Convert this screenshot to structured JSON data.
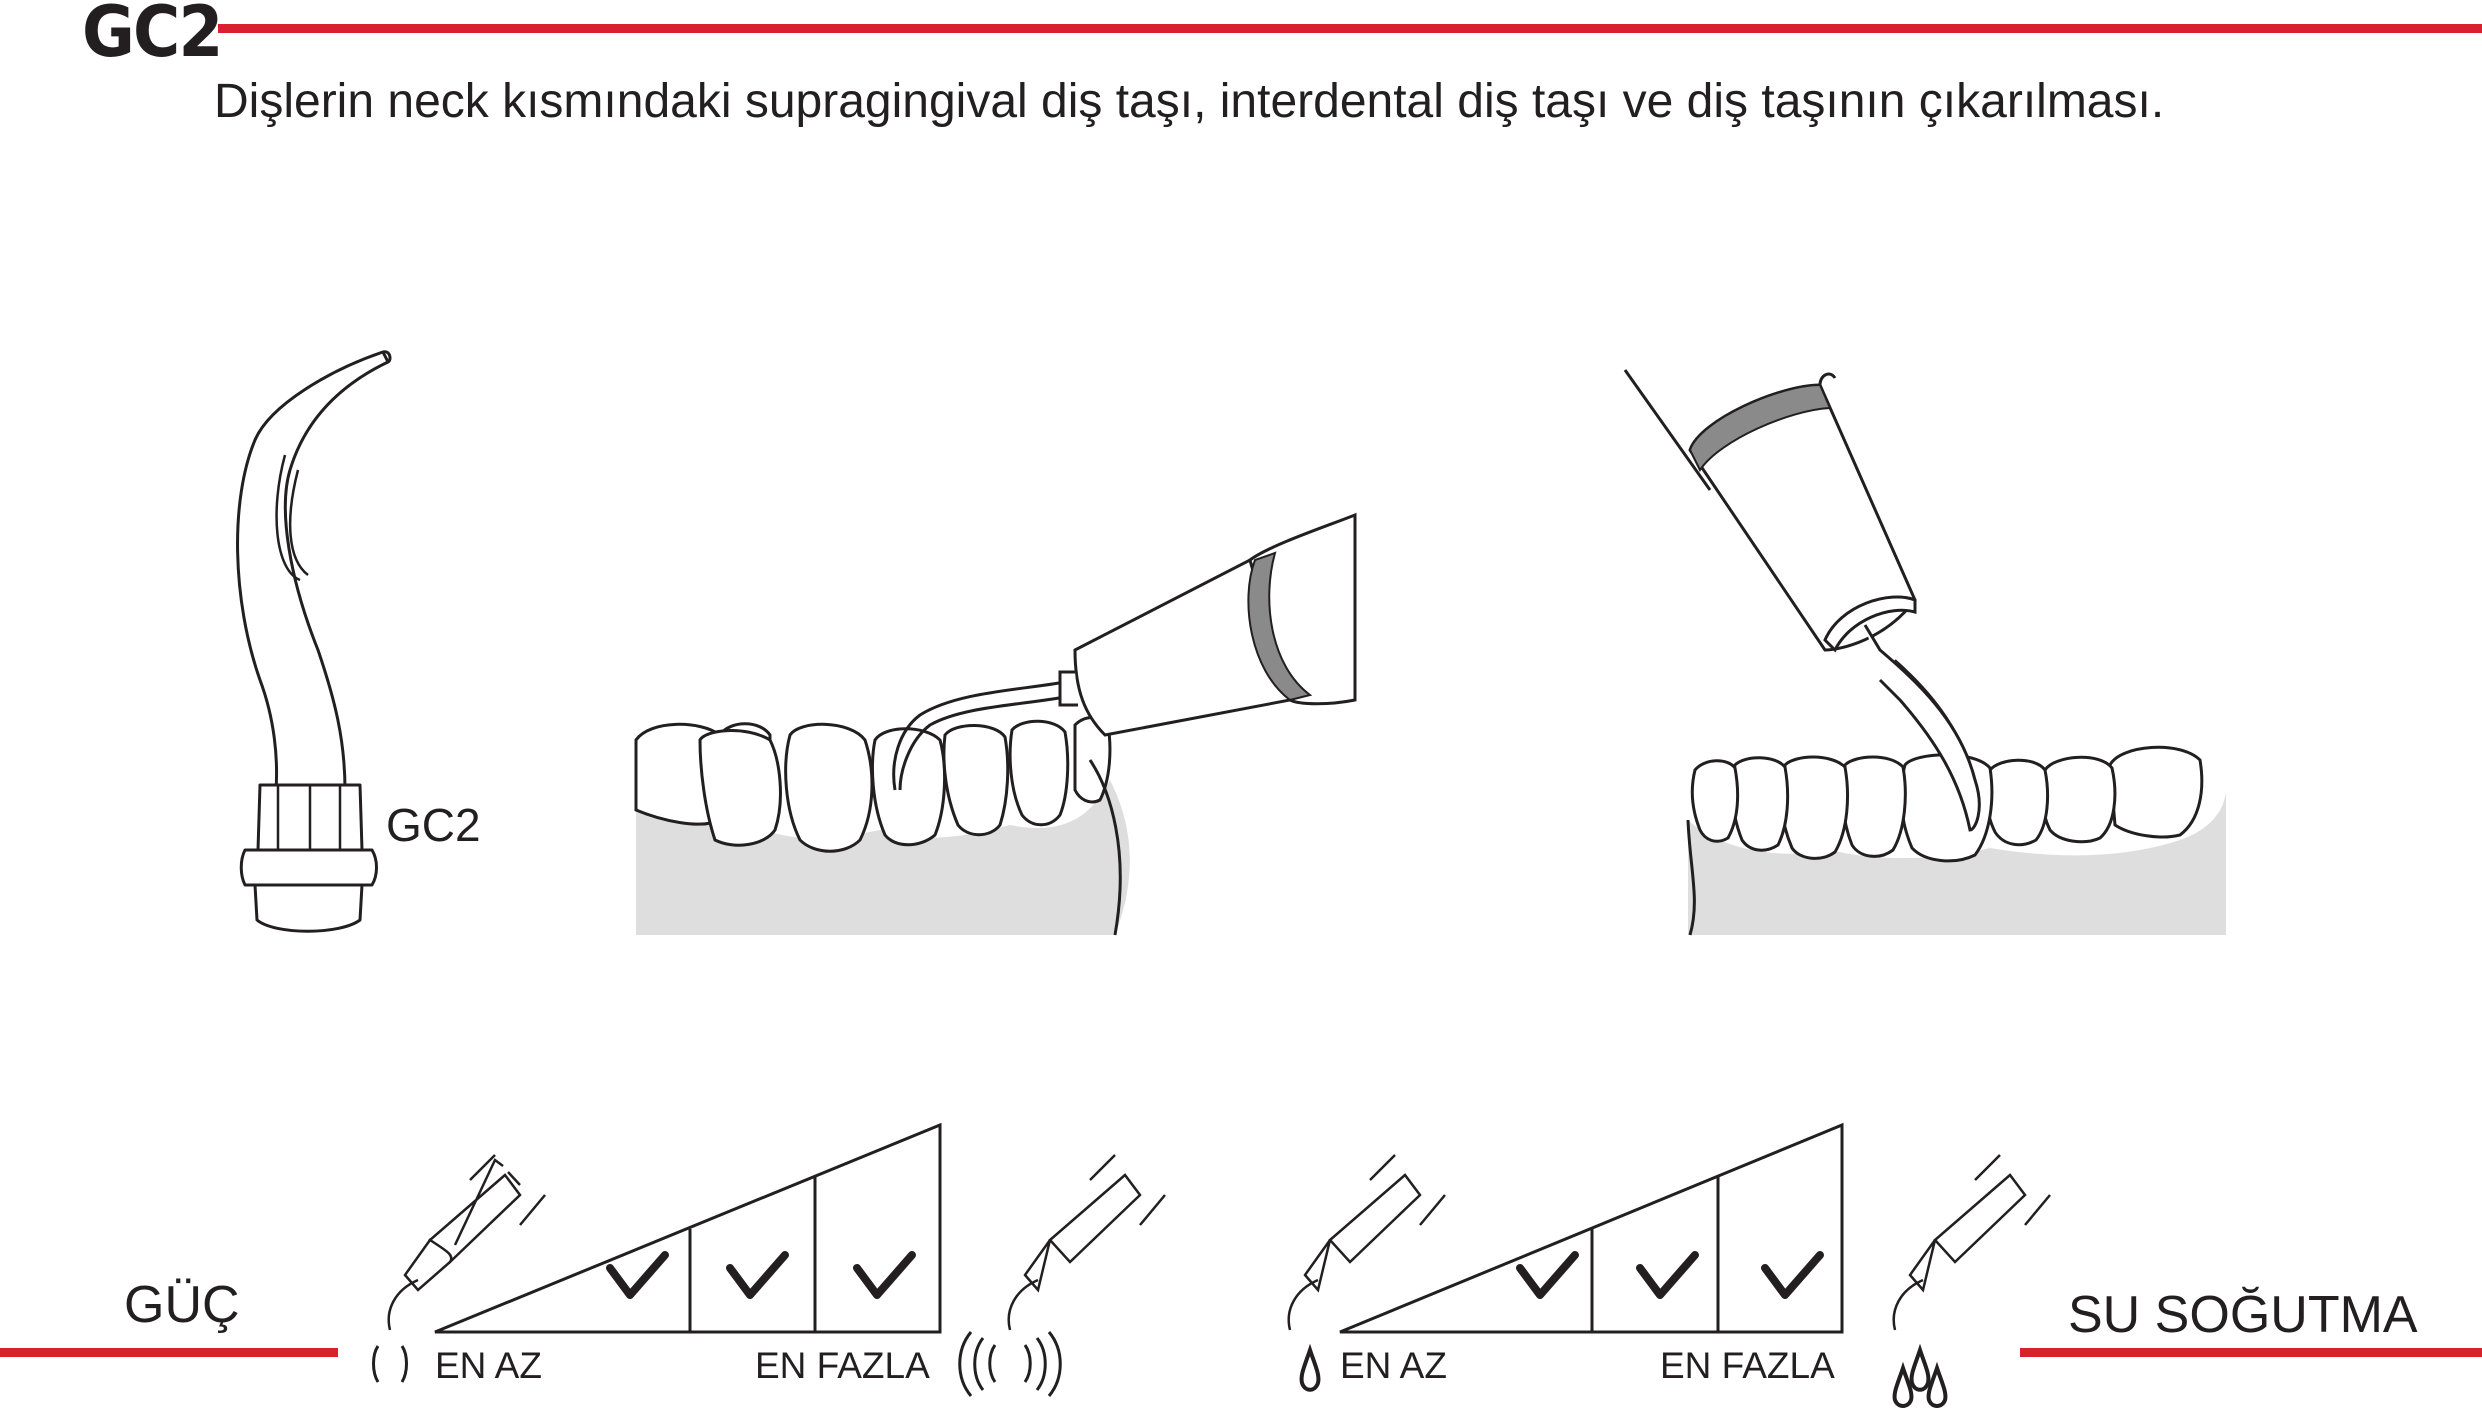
{
  "header": {
    "code": "GC2",
    "description": "Dişlerin neck kısmındaki supragingival diş taşı, interdental diş taşı ve diş taşının çıkarılması."
  },
  "tip": {
    "label": "GC2"
  },
  "power": {
    "title": "GÜÇ",
    "min_label": "EN AZ",
    "max_label": "EN FAZLA",
    "checked_levels": 3
  },
  "water": {
    "title": "SU SOĞUTMA",
    "min_label": "EN AZ",
    "max_label": "EN FAZLA",
    "checked_levels": 3
  },
  "colors": {
    "accent": "#d9202f",
    "ink": "#231f20",
    "gum": "#dedede"
  },
  "icons": [
    "scaler-tip-icon",
    "dental-scaling-illustration",
    "vibration-low-icon",
    "vibration-high-icon",
    "water-drop-low-icon",
    "water-drops-high-icon",
    "check-icon"
  ]
}
